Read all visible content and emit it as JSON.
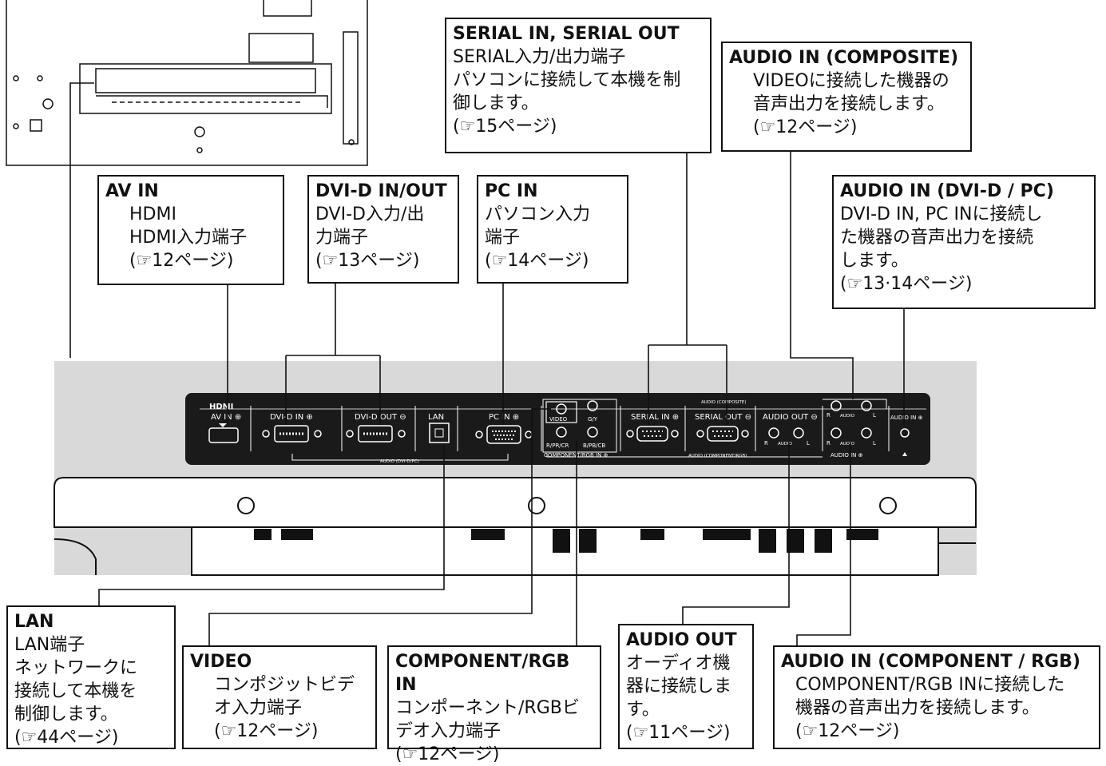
{
  "callouts": {
    "av_in": {
      "title": "AV IN",
      "lines": [
        "HDMI",
        "HDMI入力端子",
        "(☞12ページ)"
      ]
    },
    "dvi": {
      "title": "DVI-D IN/OUT",
      "lines": [
        "DVI-D入力/出",
        "力端子",
        "(☞13ページ)"
      ]
    },
    "pc_in": {
      "title": "PC IN",
      "lines": [
        "パソコン入力",
        "端子",
        "(☞14ページ)"
      ]
    },
    "serial": {
      "title": "SERIAL IN, SERIAL OUT",
      "lines": [
        "SERIAL入力/出力端子",
        "パソコンに接続して本機を制",
        "御します。",
        "(☞15ページ)"
      ]
    },
    "audio_composite": {
      "title": "AUDIO IN (COMPOSITE)",
      "lines": [
        "VIDEOに接続した機器の",
        "音声出力を接続します。",
        "(☞12ページ)"
      ]
    },
    "audio_dvi_pc": {
      "title": "AUDIO IN (DVI-D / PC)",
      "lines": [
        "DVI-D IN, PC INに接続し",
        "た機器の音声出力を接続",
        "します。",
        "(☞13·14ページ)"
      ]
    },
    "lan": {
      "title": "LAN",
      "lines": [
        "LAN端子",
        "ネットワークに",
        "接続して本機を",
        "制御します。",
        "(☞44ページ)"
      ]
    },
    "video": {
      "title": "VIDEO",
      "lines": [
        "コンポジットビデ",
        "オ入力端子",
        "(☞12ページ)"
      ]
    },
    "component": {
      "title": "COMPONENT/RGB IN",
      "lines": [
        "コンポーネント/RGBビ",
        "デオ入力端子",
        "(☞12ページ)"
      ]
    },
    "audio_out": {
      "title": "AUDIO OUT",
      "lines": [
        "オーディオ機",
        "器に接続しま",
        "す。",
        "(☞11ページ)"
      ]
    },
    "audio_component": {
      "title": "AUDIO IN (COMPONENT / RGB)",
      "lines": [
        "COMPONENT/RGB INに接続した",
        "機器の音声出力を接続します。",
        "(☞12ページ)"
      ]
    }
  },
  "panel_labels": {
    "hdmi_logo": "HDMI",
    "av_in": "AV IN ⊕",
    "dvi_in": "DVI-D IN ⊕",
    "dvi_out": "DVI-D OUT ⊖",
    "lan": "LAN",
    "pc_in": "PC IN ⊕",
    "video": "VIDEO",
    "gy": "G/Y",
    "rpr": "R/PR/CR",
    "bpb": "B/PB/CB",
    "component_rgb_in": "COMPONENT/RGB IN ⊕",
    "serial_in": "SERIAL IN ⊕",
    "serial_out": "SERIAL OUT ⊖",
    "audio_out": "AUDIO OUT ⊖",
    "audio_composite": "AUDIO (COMPOSITE)",
    "audio_dvi_pc_strip": "AUDIO (DVI-D/PC)",
    "audio_component_strip": "AUDIO (COMPONENT/RGB)",
    "audio_in": "AUDIO IN ⊕",
    "audio_in_right": "AUDIO IN ⊕",
    "r": "R",
    "l": "L",
    "audio": "AUDIO"
  },
  "colors": {
    "panel": "#1a1a1a",
    "band": "#d9d9d9",
    "line": "#111111"
  }
}
